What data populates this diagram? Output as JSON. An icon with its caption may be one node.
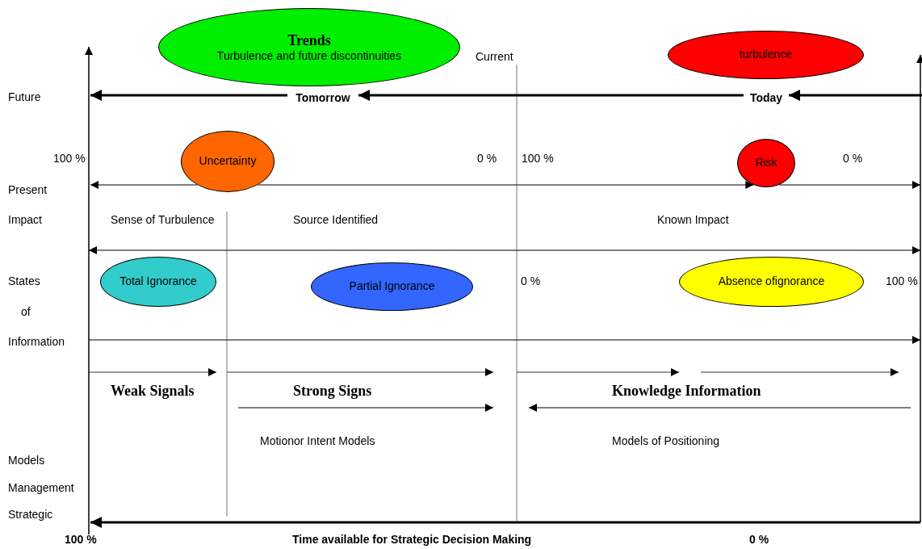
{
  "diagram": {
    "nodes": [
      {
        "text": [
          "Trends",
          "Turbulence and future discontinuities"
        ]
      },
      {
        "text": [
          "turbulence"
        ]
      },
      {
        "text": [
          "Tomorrow"
        ]
      },
      {
        "text": [
          "Today"
        ]
      },
      {
        "text": [
          "Uncertainty"
        ]
      },
      {
        "text": [
          "Risk"
        ]
      },
      {
        "text": [
          "Total Ignorance"
        ]
      },
      {
        "text": [
          "Partial Ignorance"
        ]
      },
      {
        "text": [
          "Absence ofignorance"
        ]
      }
    ],
    "edges": [
      {
        "from": null,
        "to": 3,
        "arrow": "to",
        "style": "thick"
      },
      {
        "from": 3,
        "to": 2,
        "arrow": "to",
        "style": "thick"
      },
      {
        "from": 2,
        "to": null,
        "arrow": "to",
        "style": "thick"
      },
      {
        "from": 4,
        "to": null,
        "arrow": "to"
      },
      {
        "from": 4,
        "to": 5,
        "arrow": "to"
      },
      {
        "from": 5,
        "to": null,
        "arrow": "to"
      }
    ],
    "labels": [
      "Current",
      "Future",
      "100 %",
      "0 %",
      "100 %",
      "0 %",
      "Present",
      "Impact",
      "Sense of Turbulence",
      "Source Identified",
      "Known Impact",
      "States",
      "0 %",
      "100 %",
      "of",
      "Information",
      "Weak Signals",
      "Strong Signs",
      "Knowledge Information",
      "Motionor Intent Models",
      "Models of Positioning",
      "Models",
      "Management",
      "Strategic",
      "100 %",
      "Time available for Strategic Decision Making",
      "0 %"
    ]
  }
}
